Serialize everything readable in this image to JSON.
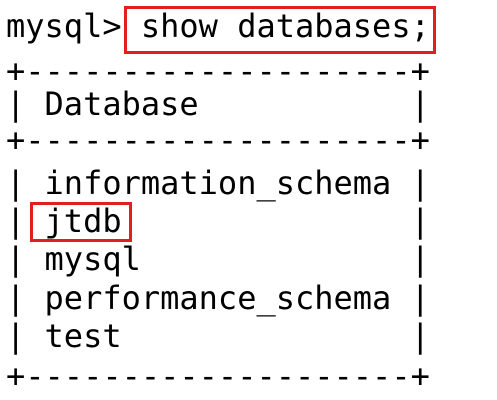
{
  "terminal": {
    "prompt": "mysql>",
    "command": "show databases;",
    "border_top": "+--------------------+",
    "header_row": "| Database           |",
    "border_mid": "+--------------------+",
    "rows": [
      "| information_schema |",
      "| jtdb               |",
      "| mysql              |",
      "| performance_schema |",
      "| test               |"
    ],
    "border_bottom": "+--------------------+"
  },
  "colors": {
    "text": "#000000",
    "background": "#ffffff",
    "highlight_box": "#e31e1e"
  }
}
